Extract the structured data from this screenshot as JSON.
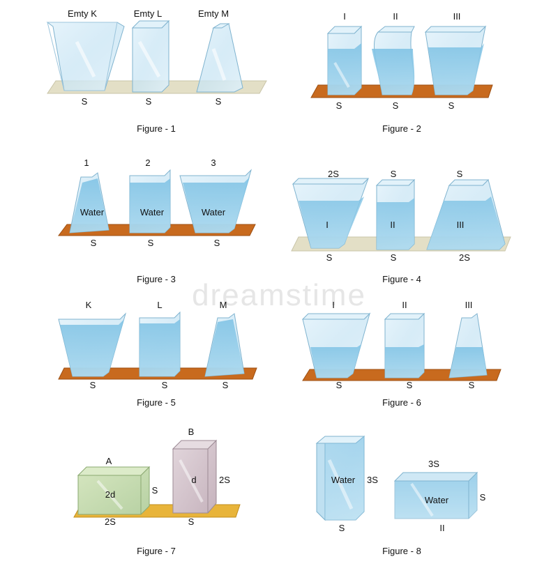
{
  "watermark": "dreamstime",
  "figures": [
    {
      "caption": "Figure - 1",
      "labels": [
        "Emty K",
        "Emty L",
        "Emty M",
        "S",
        "S",
        "S"
      ]
    },
    {
      "caption": "Figure - 2",
      "labels": [
        "I",
        "II",
        "III",
        "S",
        "S",
        "S"
      ]
    },
    {
      "caption": "Figure - 3",
      "labels": [
        "1",
        "2",
        "3",
        "Water",
        "Water",
        "Water",
        "S",
        "S",
        "S"
      ]
    },
    {
      "caption": "Figure - 4",
      "labels": [
        "2S",
        "S",
        "S",
        "I",
        "II",
        "III",
        "S",
        "S",
        "2S"
      ]
    },
    {
      "caption": "Figure - 5",
      "labels": [
        "K",
        "L",
        "M",
        "S",
        "S",
        "S"
      ]
    },
    {
      "caption": "Figure - 6",
      "labels": [
        "I",
        "II",
        "III",
        "S",
        "S",
        "S"
      ]
    },
    {
      "caption": "Figure - 7",
      "labels": [
        "A",
        "2d",
        "S",
        "2S",
        "B",
        "d",
        "2S",
        "S"
      ]
    },
    {
      "caption": "Figure - 8",
      "labels": [
        "Water",
        "3S",
        "S",
        "3S",
        "Water",
        "S",
        "II"
      ]
    }
  ],
  "colors": {
    "glass": "#cfe8f5",
    "glass_edge": "#7fb3cf",
    "water": "#8fcbe8",
    "shelf_beige": "#e3dfc6",
    "shelf_orange": "#c86a1e",
    "shelf_yellow": "#e8b43a",
    "box_green": "#c9ddb0",
    "box_purple": "#d4c4cc"
  }
}
